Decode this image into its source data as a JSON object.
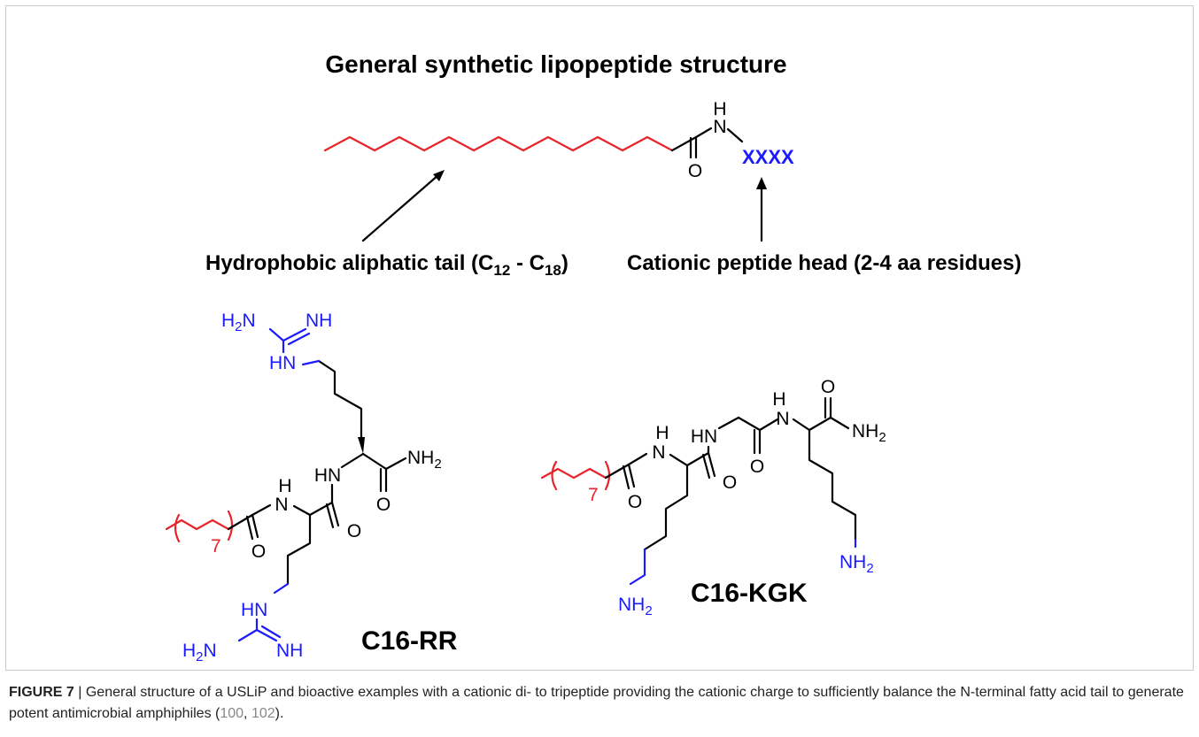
{
  "title": "General synthetic lipopeptide structure",
  "general": {
    "xxxx": "XXXX",
    "tail_label_prefix": "Hydrophobic aliphatic tail (C",
    "tail_sub1": "12",
    "tail_mid": " - C",
    "tail_sub2": "18",
    "tail_suffix": ")",
    "head_label": "Cationic peptide head (2-4 aa residues)"
  },
  "atoms": {
    "N": "N",
    "H": "H",
    "O": "O",
    "NH": "NH",
    "HN": "HN",
    "NH2": "NH",
    "H2N": "H",
    "sub2": "2",
    "repeat": "7"
  },
  "compounds": {
    "rr_name": "C16-RR",
    "kgk_name": "C16-KGK"
  },
  "caption": {
    "fig_label": "FIGURE 7",
    "sep": " | ",
    "text": "General structure of a USLiP and bioactive examples with a cationic di- to tripeptide providing the cationic charge to sufficiently balance the N-terminal fatty acid tail to generate potent antimicrobial amphiphiles (",
    "ref1": "100",
    "comma": ", ",
    "ref2": "102",
    "end": ")."
  }
}
